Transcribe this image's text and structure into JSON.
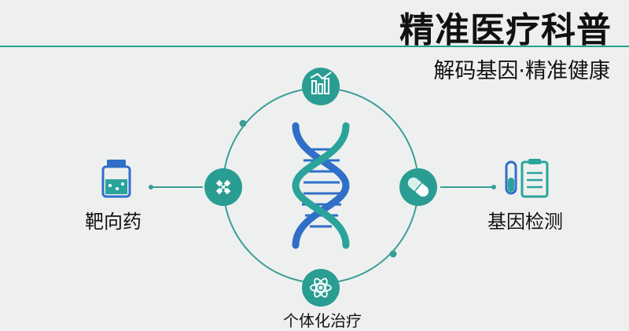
{
  "header": {
    "title": "精准医疗科普",
    "subtitle": "解码基因·精准健康"
  },
  "items": {
    "left_label": "靶向药",
    "right_label": "基因检测",
    "bottom_label": "个体化治疗"
  },
  "colors": {
    "teal": "#2a9d93",
    "blue": "#2f6fc8",
    "line": "#3a9e96"
  },
  "icons": {
    "top": "chart-icon",
    "left": "molecule-icon",
    "right": "pill-icon",
    "bottom": "atom-icon",
    "center": "dna-helix-icon",
    "far_left": "medicine-bottle-icon",
    "far_right": "test-tube-clipboard-icon"
  }
}
